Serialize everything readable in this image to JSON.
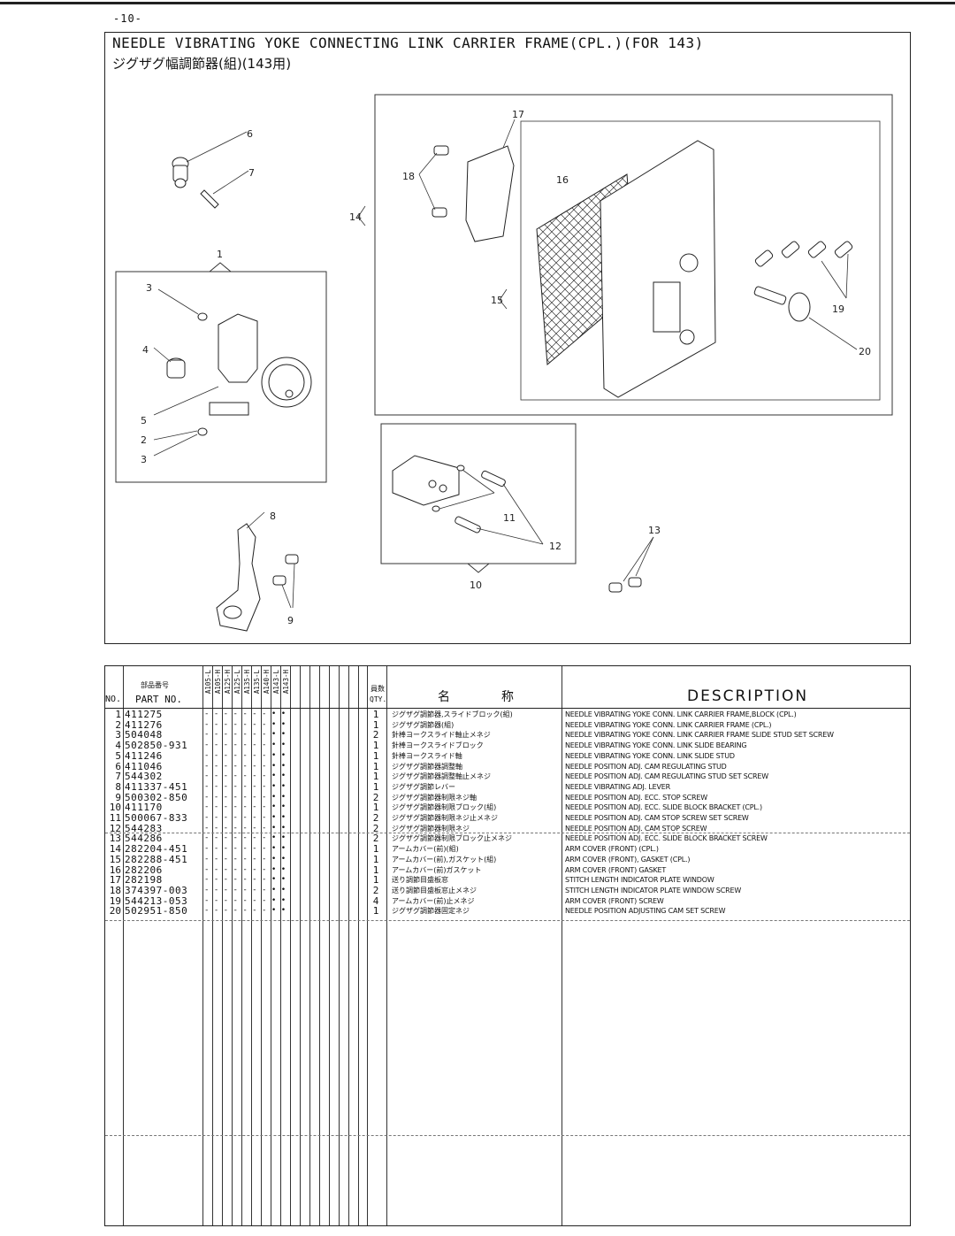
{
  "page_number": "-10-",
  "title_en": "NEEDLE VIBRATING YOKE CONNECTING LINK CARRIER FRAME(CPL.)(FOR 143)",
  "title_jp": "ジグザグ幅調節器(組)(143用)",
  "callouts": [
    "1",
    "2",
    "3",
    "3",
    "4",
    "5",
    "6",
    "7",
    "8",
    "9",
    "10",
    "11",
    "12",
    "13",
    "14",
    "15",
    "16",
    "17",
    "18",
    "19",
    "20"
  ],
  "table": {
    "header": {
      "no": "NO.",
      "part_no_jp": "部品番号",
      "part_no": "PART NO.",
      "models": [
        "A105-L",
        "A105-H",
        "A125-H",
        "A125-L",
        "A135-H",
        "A135-L",
        "A140-H",
        "A143-L",
        "A143-H"
      ],
      "qty_jp": "員数",
      "qty": "QTY.",
      "name_jp_1": "名",
      "name_jp_2": "称",
      "description": "DESCRIPTION"
    },
    "rows": [
      {
        "no": "1",
        "part": "411275",
        "marks": "- - - - - - - • •",
        "qty": "1",
        "jp": "ジグザグ調節器,スライドブロック(組)",
        "desc": "NEEDLE VIBRATING YOKE CONN. LINK CARRIER FRAME,BLOCK (CPL.)"
      },
      {
        "no": "2",
        "part": "411276",
        "marks": "- - - - - - - • •",
        "qty": "1",
        "jp": "ジグザグ調節器(組)",
        "desc": "NEEDLE VIBRATING YOKE CONN. LINK CARRIER FRAME (CPL.)"
      },
      {
        "no": "3",
        "part": "504048",
        "marks": "- - - - - - - • •",
        "qty": "2",
        "jp": "針棒ヨークスライド軸止メネジ",
        "desc": "NEEDLE VIBRATING YOKE CONN. LINK CARRIER FRAME SLIDE STUD SET SCREW"
      },
      {
        "no": "4",
        "part": "502850-931",
        "marks": "- - - - - - - • •",
        "qty": "1",
        "jp": "針棒ヨークスライドブロック",
        "desc": "NEEDLE VIBRATING YOKE CONN. LINK SLIDE BEARING"
      },
      {
        "no": "5",
        "part": "411246",
        "marks": "- - - - - - - • •",
        "qty": "1",
        "jp": "針棒ヨークスライド軸",
        "desc": "NEEDLE VIBRATING YOKE CONN. LINK SLIDE STUD"
      },
      {
        "no": "6",
        "part": "411046",
        "marks": "- - - - - - - • •",
        "qty": "1",
        "jp": "ジグザグ調節器調整軸",
        "desc": "NEEDLE POSITION ADJ. CAM REGULATING STUD"
      },
      {
        "no": "7",
        "part": "544302",
        "marks": "- - - - - - - • •",
        "qty": "1",
        "jp": "ジグザグ調節器調整軸止メネジ",
        "desc": "NEEDLE POSITION ADJ. CAM REGULATING STUD SET SCREW"
      },
      {
        "no": "8",
        "part": "411337-451",
        "marks": "- - - - - - - • •",
        "qty": "1",
        "jp": "ジグザグ調節レバー",
        "desc": "NEEDLE VIBRATING ADJ. LEVER"
      },
      {
        "no": "9",
        "part": "500302-850",
        "marks": "- - - - - - - • •",
        "qty": "2",
        "jp": "ジグザグ調節器制限ネジ軸",
        "desc": "NEEDLE POSITION ADJ. ECC. STOP SCREW"
      },
      {
        "no": "10",
        "part": "411170",
        "marks": "- - - - - - - • •",
        "qty": "1",
        "jp": "ジグザグ調節器制限ブロック(組)",
        "desc": "NEEDLE POSITION ADJ. ECC. SLIDE BLOCK BRACKET (CPL.)"
      },
      {
        "no": "11",
        "part": "500067-833",
        "marks": "- - - - - - - • •",
        "qty": "2",
        "jp": "ジグザグ調節器制限ネジ止メネジ",
        "desc": "NEEDLE POSITION ADJ. CAM STOP SCREW SET SCREW"
      },
      {
        "no": "12",
        "part": "544283",
        "marks": "- - - - - - - • •",
        "qty": "2",
        "jp": "ジグザグ調節器制限ネジ",
        "desc": "NEEDLE POSITION ADJ. CAM STOP SCREW"
      },
      {
        "no": "13",
        "part": "544286",
        "marks": "- - - - - - - • •",
        "qty": "2",
        "jp": "ジグザグ調節器制限ブロック止メネジ",
        "desc": "NEEDLE POSITION ADJ. ECC. SLIDE BLOCK BRACKET SCREW"
      },
      {
        "no": "14",
        "part": "282204-451",
        "marks": "- - - - - - - • •",
        "qty": "1",
        "jp": "アームカバー(前)(組)",
        "desc": "ARM COVER (FRONT) (CPL.)"
      },
      {
        "no": "15",
        "part": "282288-451",
        "marks": "- - - - - - - • •",
        "qty": "1",
        "jp": "アームカバー(前),ガスケット(組)",
        "desc": "ARM COVER (FRONT), GASKET (CPL.)"
      },
      {
        "no": "16",
        "part": "282206",
        "marks": "- - - - - - - • •",
        "qty": "1",
        "jp": "アームカバー(前)ガスケット",
        "desc": "ARM COVER (FRONT) GASKET"
      },
      {
        "no": "17",
        "part": "282198",
        "marks": "- - - - - - - • •",
        "qty": "1",
        "jp": "送り調節目盛板窓",
        "desc": "STITCH LENGTH INDICATOR PLATE WINDOW"
      },
      {
        "no": "18",
        "part": "374397-003",
        "marks": "- - - - - - - • •",
        "qty": "2",
        "jp": "送り調節目盛板窓止メネジ",
        "desc": "STITCH LENGTH INDICATOR PLATE WINDOW SCREW"
      },
      {
        "no": "19",
        "part": "544213-053",
        "marks": "- - - - - - - • •",
        "qty": "4",
        "jp": "アームカバー(前)止メネジ",
        "desc": "ARM COVER (FRONT) SCREW"
      },
      {
        "no": "20",
        "part": "502951-850",
        "marks": "- - - - - - - • •",
        "qty": "1",
        "jp": "ジグザグ調節器固定ネジ",
        "desc": "NEEDLE POSITION ADJUSTING CAM SET SCREW"
      }
    ]
  }
}
